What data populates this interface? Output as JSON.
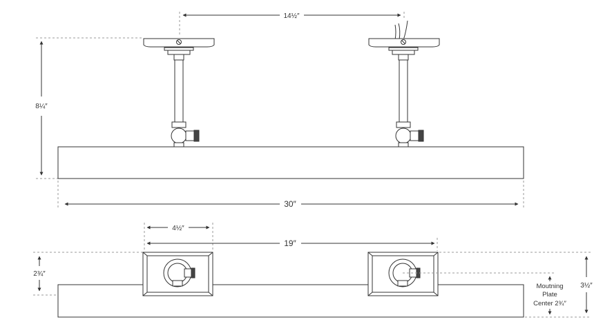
{
  "front_view": {
    "dim_top": "14½″",
    "dim_height": "8¼″",
    "dim_width": "30″"
  },
  "top_view": {
    "dim_plate_width": "4½″",
    "dim_spacing": "19″",
    "dim_plate_height": "2¾″",
    "dim_depth": "3½″",
    "note_line1": "Moutning",
    "note_line2": "Plate",
    "note_line3": "Center 2¾″"
  },
  "colors": {
    "line": "#333333",
    "dash": "#9a9a9a",
    "fill": "#ffffff"
  }
}
